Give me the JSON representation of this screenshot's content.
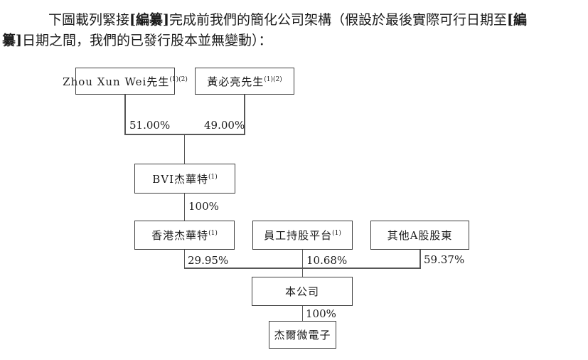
{
  "colors": {
    "background": "#ffffff",
    "text": "#1c1c1c",
    "border": "#3f3f3f",
    "line": "#575757"
  },
  "paragraph": {
    "line1": {
      "seg1": "下圖載列緊接",
      "seg2": "[編纂]",
      "seg3": "完成前我們的簡化公司架構（假設於最後實際可行日期至",
      "seg4": "[編"
    },
    "line2": {
      "seg1": "纂]",
      "seg2": "日期之間，我們的已發行股本並無變動）："
    }
  },
  "diagram": {
    "type": "org-chart",
    "nodes": [
      {
        "id": "zhou",
        "label": "Zhou Xun Wei先生",
        "sup": "(1)(2)"
      },
      {
        "id": "huang",
        "label": "黃必亮先生",
        "sup": "(1)(2)"
      },
      {
        "id": "bvi",
        "label": "BVI杰華特",
        "sup": "(1)"
      },
      {
        "id": "hk",
        "label": "香港杰華特",
        "sup": "(1)"
      },
      {
        "id": "esop",
        "label": "員工持股平台",
        "sup": "(1)"
      },
      {
        "id": "other",
        "label": "其他A股股東",
        "sup": ""
      },
      {
        "id": "company",
        "label": "本公司",
        "sup": ""
      },
      {
        "id": "jiemicro",
        "label": "杰爾微電子",
        "sup": ""
      }
    ],
    "edges": [
      {
        "from": "zhou",
        "to": "bvi",
        "label": "51.00%"
      },
      {
        "from": "huang",
        "to": "bvi",
        "label": "49.00%"
      },
      {
        "from": "bvi",
        "to": "hk",
        "label": "100%"
      },
      {
        "from": "hk",
        "to": "company",
        "label": "29.95%"
      },
      {
        "from": "esop",
        "to": "company",
        "label": "10.68%"
      },
      {
        "from": "other",
        "to": "company",
        "label": "59.37%"
      },
      {
        "from": "company",
        "to": "jiemicro",
        "label": "100%"
      }
    ]
  }
}
